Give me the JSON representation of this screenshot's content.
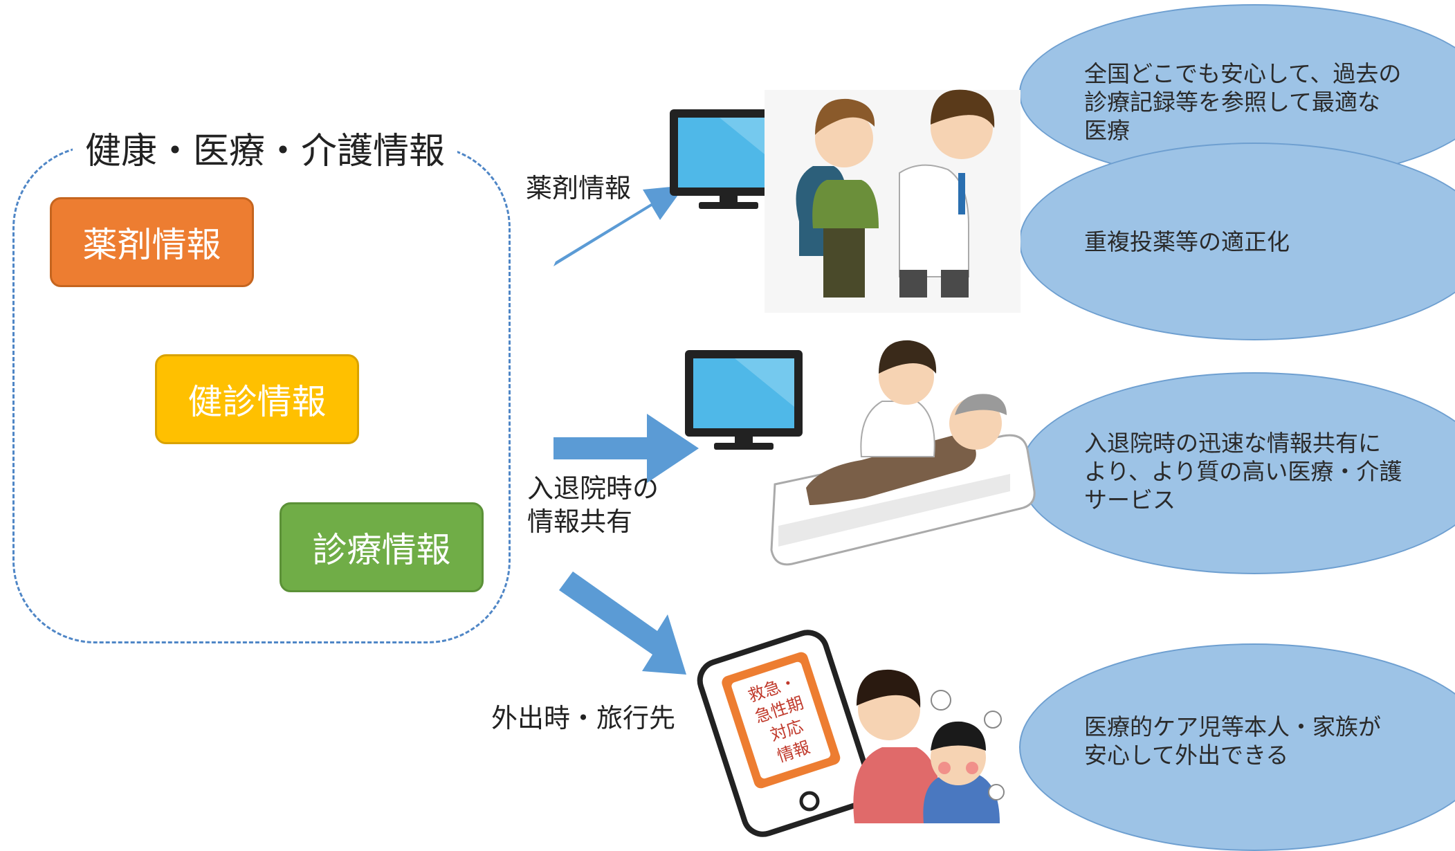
{
  "group": {
    "title": "健康・医療・介護情報"
  },
  "boxes": {
    "drug": "薬剤情報",
    "checkup": "健診情報",
    "medical": "診療情報"
  },
  "flows": {
    "flow1": "薬剤情報",
    "flow2_line1": "入退院時の",
    "flow2_line2": "情報共有",
    "flow3": "外出時・旅行先"
  },
  "phone_screen": {
    "line1": "救急・",
    "line2": "急性期",
    "line3": "対応",
    "line4": "情報"
  },
  "benefits": {
    "b1": "全国どこでも安心して、過去の診療記録等を参照して最適な医療",
    "b2": "重複投薬等の適正化",
    "b3": "入退院時の迅速な情報共有により、より質の高い医療・介護サービス",
    "b4": "医療的ケア児等本人・家族が安心して外出できる"
  },
  "colors": {
    "orange": "#ed7d31",
    "yellow": "#ffc000",
    "green": "#70ad47",
    "arrow": "#5b9bd5",
    "ellipse": "#9dc3e6",
    "dashed_border": "#4f86c6"
  },
  "icons": [
    "monitor-icon",
    "doctor-consultation-illustration",
    "nurse-bed-illustration",
    "smartphone-icon",
    "mother-child-illustration"
  ]
}
